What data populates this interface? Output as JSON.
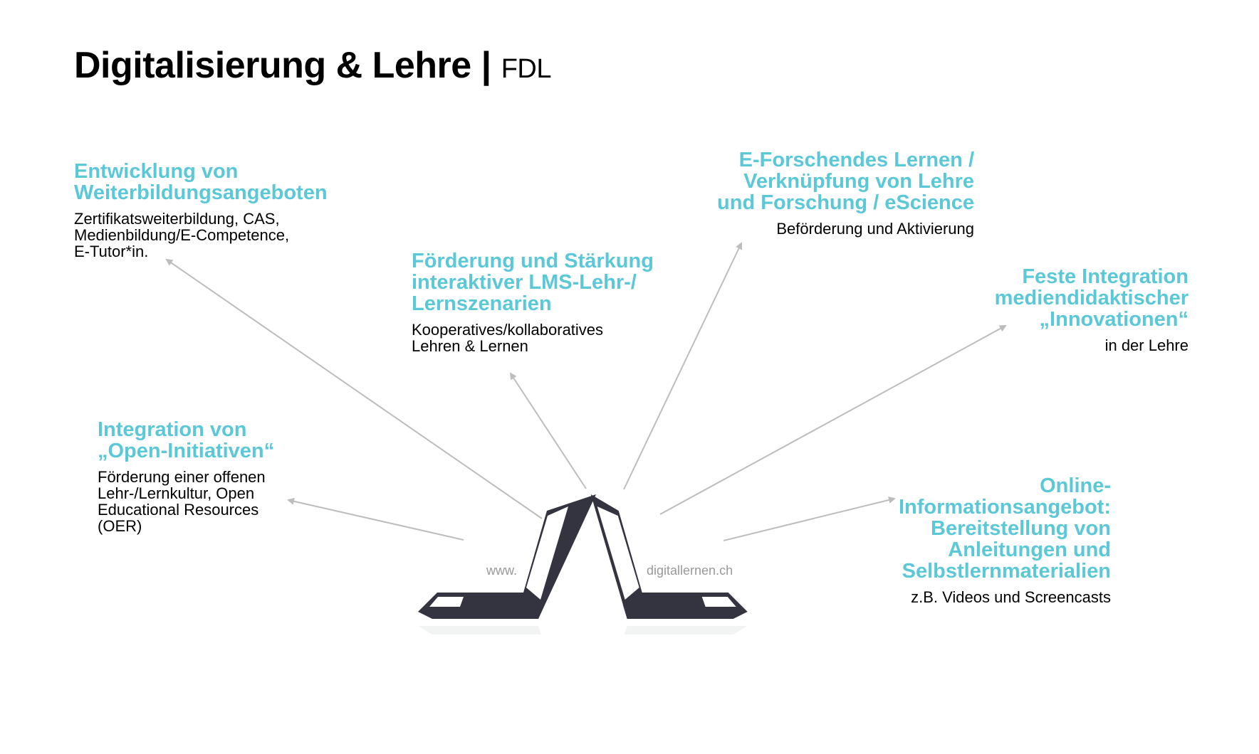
{
  "title": {
    "main": "Digitalisierung & Lehre",
    "separator": "|",
    "sub": "FDL"
  },
  "blocks": [
    {
      "heading": "Entwicklung von\nWeiterbildungsangeboten",
      "text": "Zertifikatsweiterbildung, CAS,\nMedienbildung/E-Competence,\nE-Tutor*in."
    },
    {
      "heading": "Förderung und Stärkung\ninteraktiver LMS-Lehr-/\nLernszenarien",
      "text": "Kooperatives/kollaboratives\nLehren & Lernen"
    },
    {
      "heading": "E-Forschendes Lernen /\nVerknüpfung von Lehre\nund Forschung / eScience",
      "text": "Beförderung und Aktivierung"
    },
    {
      "heading": "Feste Integration\nmediendidaktischer\n„Innovationen“",
      "text": "in der Lehre"
    },
    {
      "heading": "Integration von\n„Open-Initiativen“",
      "text": "Förderung einer offenen\nLehr-/Lernkultur, Open\nEducational Resources\n(OER)"
    },
    {
      "heading": "Online-\nInformationsangebot:\nBereitstellung von\nAnleitungen und\nSelbstlernmaterialien",
      "text": "z.B. Videos und Screencasts"
    }
  ],
  "laptops": {
    "left_label": "www.",
    "right_label": "digitallernen.ch"
  },
  "colors": {
    "accent": "#5bc8d8",
    "laptop": "#33343f",
    "arrow": "#bdbdbd"
  }
}
